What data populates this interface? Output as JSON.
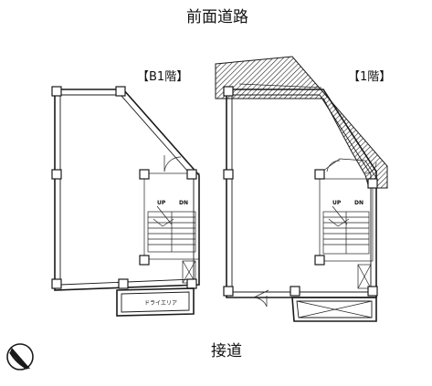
{
  "labels": {
    "front_road": "前面道路",
    "side_road": "接道",
    "b1_floor": "【B1階】",
    "first_floor": "【1階】",
    "dry_area": "ドライエリア",
    "up": "UP",
    "dn": "DN"
  },
  "icons": {
    "north": "north-arrow-icon"
  },
  "colors": {
    "line": "#1a1a1a",
    "background": "#ffffff"
  }
}
